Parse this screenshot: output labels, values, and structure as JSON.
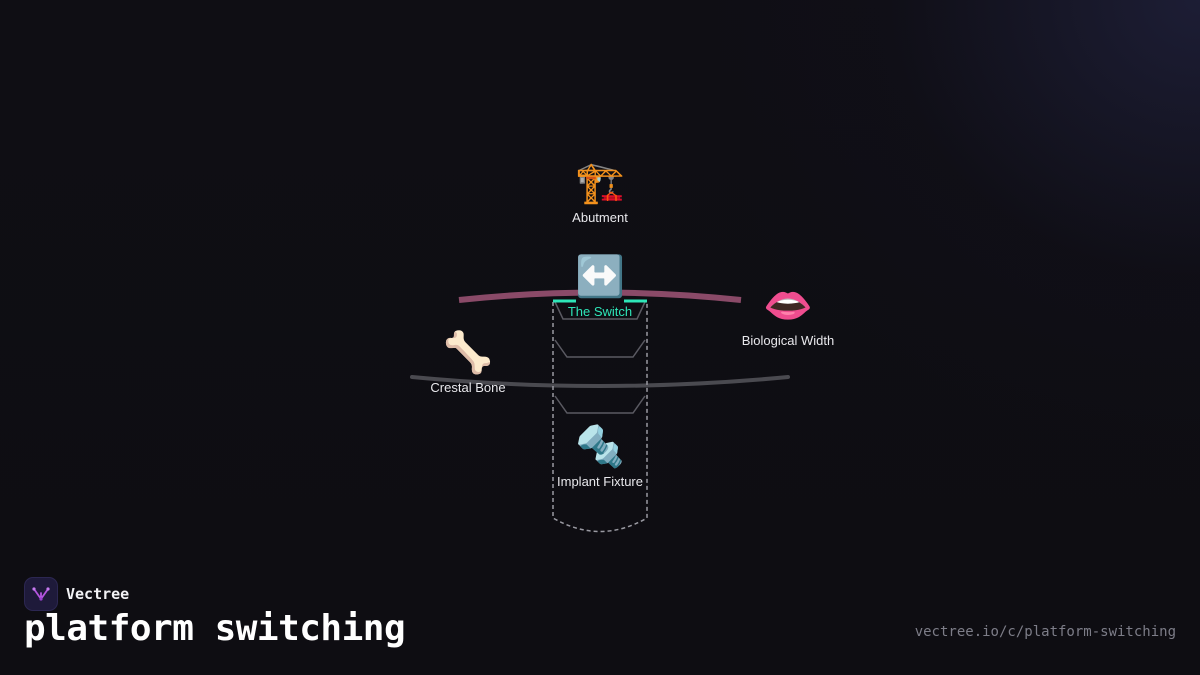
{
  "diagram": {
    "nodes": {
      "abutment": {
        "icon": "crane-icon",
        "glyph": "🏗️",
        "label": "Abutment"
      },
      "switch": {
        "icon": "left-right-arrow-icon",
        "glyph": "↔️",
        "label": "The Switch"
      },
      "biological_width": {
        "icon": "lips-icon",
        "glyph": "👄",
        "label": "Biological Width"
      },
      "crestal_bone": {
        "icon": "bone-icon",
        "glyph": "🦴",
        "label": "Crestal Bone"
      },
      "implant_fixture": {
        "icon": "nut-and-bolt-icon",
        "glyph": "🔩",
        "label": "Implant Fixture"
      }
    },
    "colors": {
      "soft_tissue": "#8a4a68",
      "bone_line": "#4a4a50",
      "switch_accent": "#2ee6b8",
      "outline": "#9a9aa2"
    }
  },
  "brand": {
    "name": "Vectree",
    "logo_icon": "vectree-logo-icon",
    "accent": "#b455e0"
  },
  "page": {
    "title": "platform switching",
    "url": "vectree.io/c/platform-switching"
  }
}
